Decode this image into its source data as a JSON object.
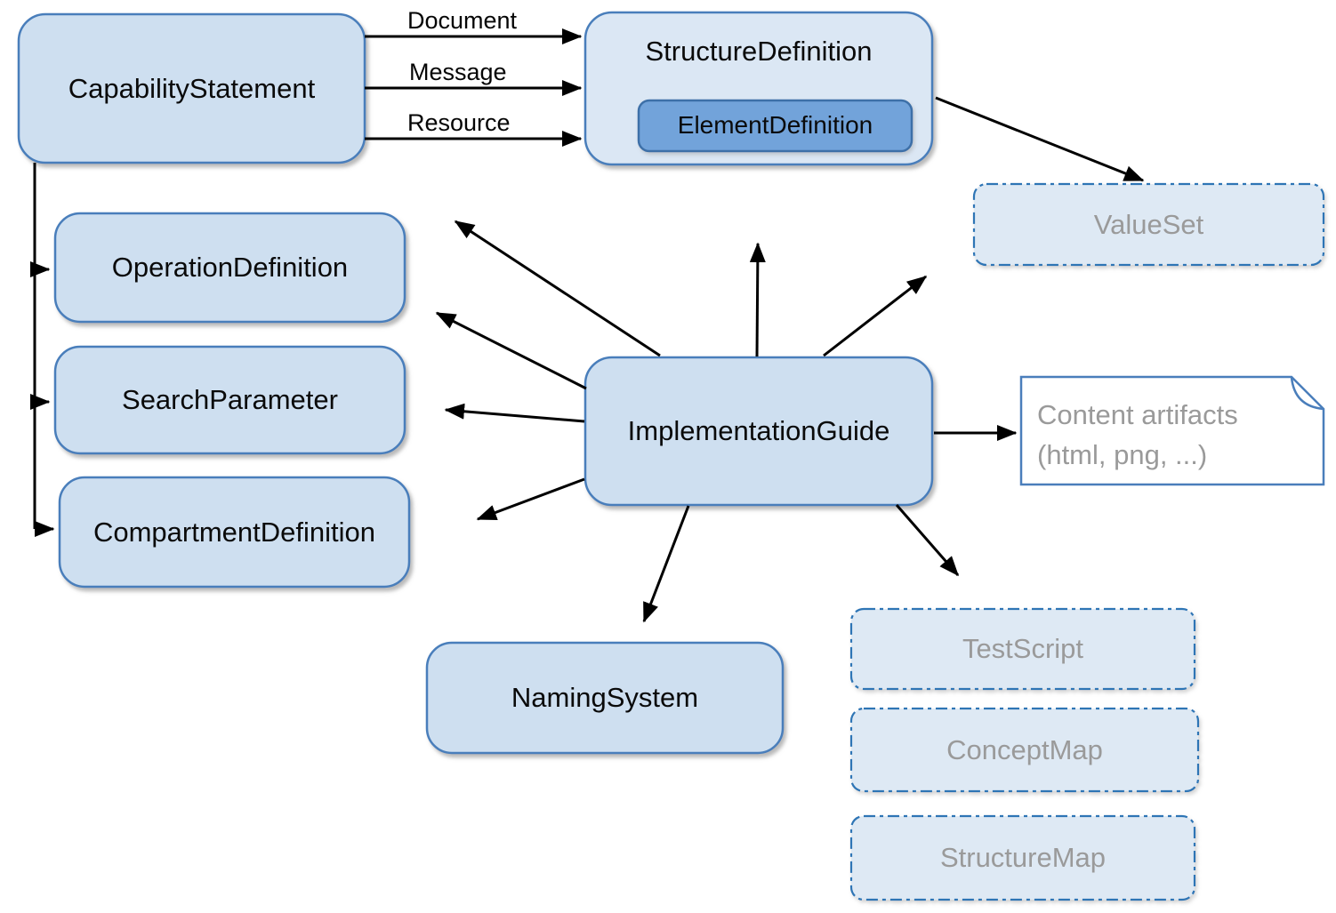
{
  "nodes": {
    "capability_statement": {
      "label": "CapabilityStatement"
    },
    "structure_definition": {
      "label": "StructureDefinition"
    },
    "element_definition": {
      "label": "ElementDefinition"
    },
    "value_set": {
      "label": "ValueSet"
    },
    "operation_definition": {
      "label": "OperationDefinition"
    },
    "search_parameter": {
      "label": "SearchParameter"
    },
    "compartment_definition": {
      "label": "CompartmentDefinition"
    },
    "implementation_guide": {
      "label": "ImplementationGuide"
    },
    "naming_system": {
      "label": "NamingSystem"
    },
    "content_artifacts": {
      "line1": "Content artifacts",
      "line2": "(html, png, ...)"
    },
    "test_script": {
      "label": "TestScript"
    },
    "concept_map": {
      "label": "ConceptMap"
    },
    "structure_map": {
      "label": "StructureMap"
    }
  },
  "edge_labels": {
    "document": "Document",
    "message": "Message",
    "resource": "Resource"
  },
  "connections": [
    {
      "from": "CapabilityStatement",
      "to": "StructureDefinition",
      "label": "Document"
    },
    {
      "from": "CapabilityStatement",
      "to": "StructureDefinition",
      "label": "Message"
    },
    {
      "from": "CapabilityStatement",
      "to": "StructureDefinition",
      "label": "Resource"
    },
    {
      "from": "CapabilityStatement",
      "to": "OperationDefinition",
      "label": ""
    },
    {
      "from": "CapabilityStatement",
      "to": "SearchParameter",
      "label": ""
    },
    {
      "from": "CapabilityStatement",
      "to": "CompartmentDefinition",
      "label": ""
    },
    {
      "from": "StructureDefinition",
      "to": "ValueSet",
      "label": ""
    },
    {
      "from": "ImplementationGuide",
      "to": "NamingSystem",
      "label": ""
    },
    {
      "from": "ImplementationGuide",
      "to": "Content artifacts (html, png, ...)",
      "label": ""
    },
    {
      "from": "ImplementationGuide",
      "to": "outward (unlabeled radiating arrows)",
      "label": ""
    }
  ],
  "colors": {
    "accent": "#4A7EBB",
    "node_fill": "#CEDFF0",
    "structure_fill": "#DBE7F4",
    "element_fill": "#72A3DA",
    "element_stroke": "#3E6FA8",
    "planned_fill": "#DEE9F4",
    "planned_stroke": "#2E74B5",
    "document_fill": "#FFFFFF",
    "arrow": "#000000",
    "muted_text": "#9A9A9A"
  }
}
